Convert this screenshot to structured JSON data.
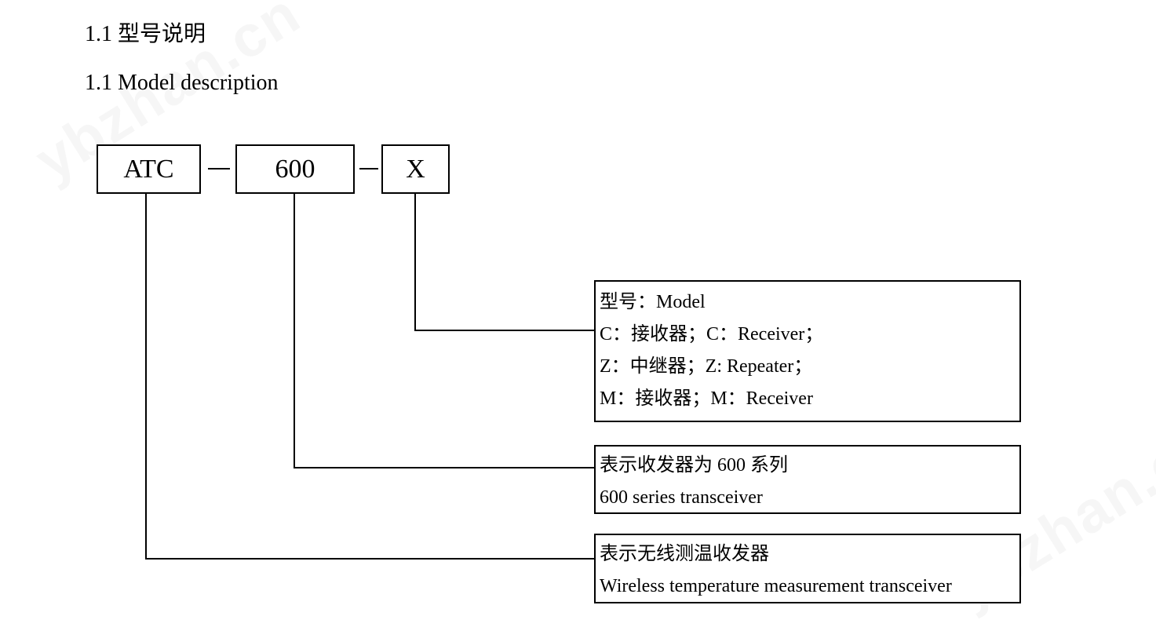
{
  "headings": {
    "zh": "1.1 型号说明",
    "en": "1.1 Model description"
  },
  "model_code": {
    "part_1": "ATC",
    "part_2": "600",
    "part_3": "X"
  },
  "descriptions": {
    "model_variants": {
      "lines": [
        "型号：Model",
        "C：接收器；C：Receiver；",
        "Z：中继器；Z: Repeater；",
        "M：接收器；M：Receiver"
      ]
    },
    "series": {
      "lines": [
        "表示收发器为 600 系列",
        "600 series transceiver"
      ]
    },
    "device_type": {
      "lines": [
        "表示无线测温收发器",
        "Wireless temperature measurement transceiver"
      ]
    }
  },
  "watermark": "ybzhan.cn"
}
